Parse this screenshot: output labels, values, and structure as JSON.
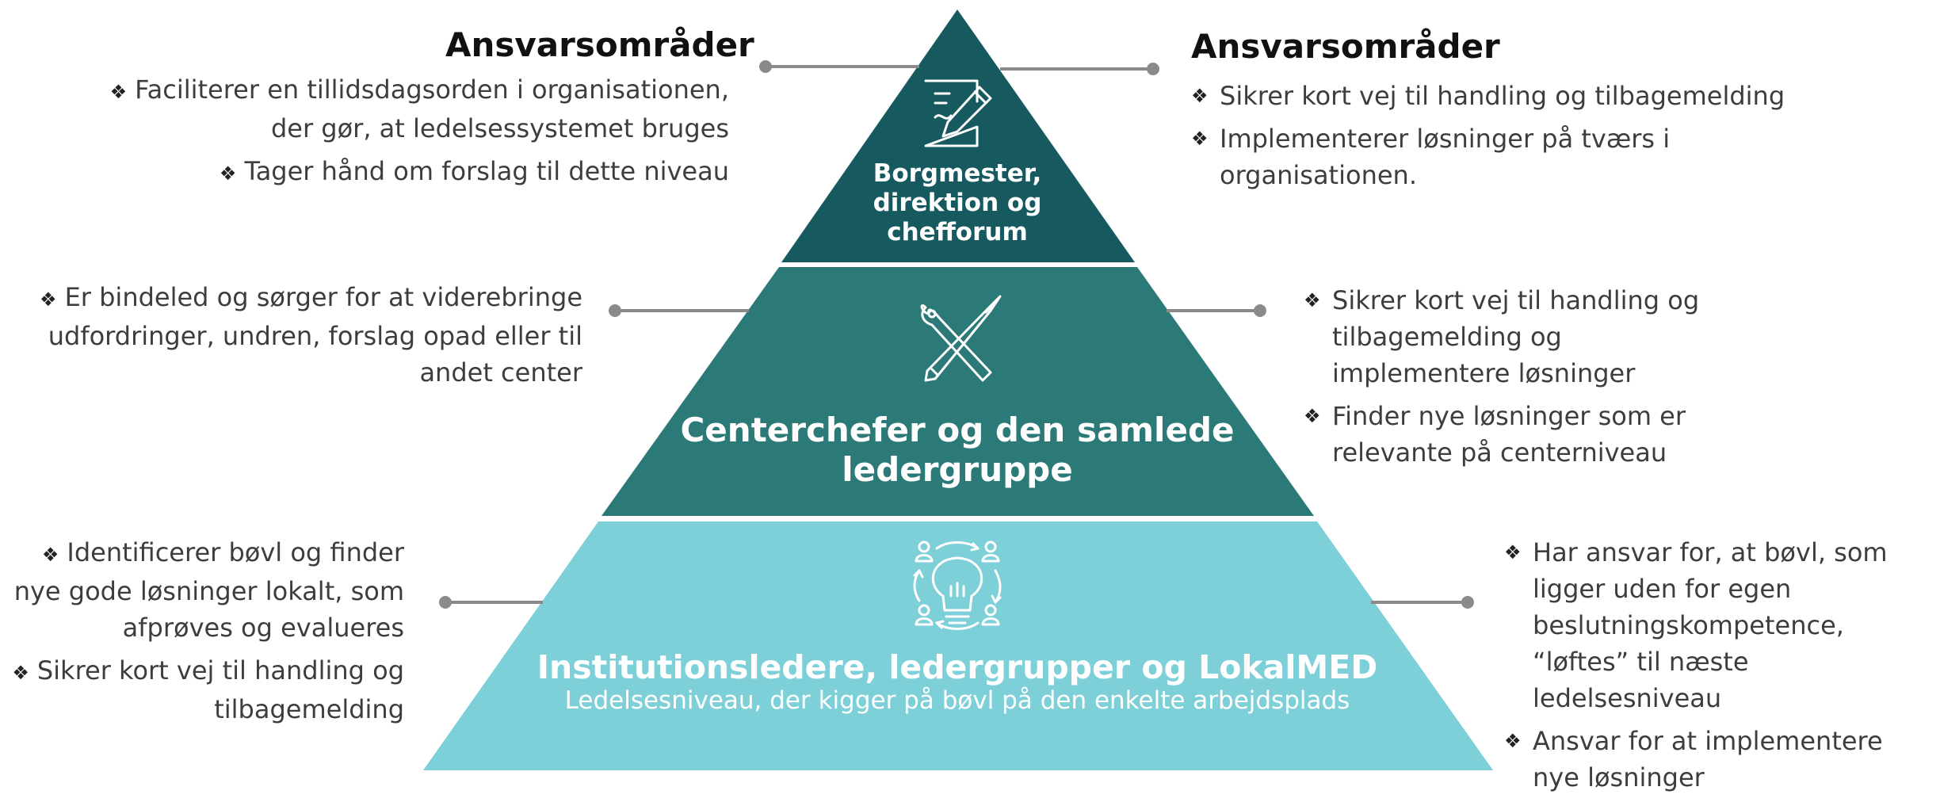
{
  "colors": {
    "tier_top": "#16595f",
    "tier_mid": "#2b7a77",
    "tier_bottom": "#7dcfd8",
    "connector": "#8a8a8a"
  },
  "tiers": {
    "top": {
      "title": "Borgmester, direktion og chefforum",
      "icon": "document-pen-icon"
    },
    "middle": {
      "title": "Centerchefer og den samlede ledergruppe",
      "icon": "tools-wrench-pencil-icon"
    },
    "bottom": {
      "title": "Institutionsledere, ledergrupper og LokalMED",
      "subtitle": "Ledelsesniveau, der kigger på bøvl på den enkelte arbejdsplads",
      "icon": "lightbulb-people-icon"
    }
  },
  "top_left": {
    "heading": "Ansvarsområder",
    "bullets": [
      "Faciliterer  en tillidsdagsorden i organisationen, der gør, at ledelsessystemet bruges",
      "Tager hånd om forslag til dette niveau"
    ]
  },
  "top_right": {
    "heading": "Ansvarsområder",
    "bullets": [
      "Sikrer kort vej til handling og tilbagemelding",
      "Implementerer løsninger på tværs i organisationen."
    ]
  },
  "mid_left": {
    "bullets": [
      "Er bindeled og sørger for at viderebringe udfordringer, undren, forslag opad eller til andet center"
    ]
  },
  "mid_right": {
    "bullets": [
      "Sikrer kort vej til handling og tilbagemelding og implementere løsninger",
      "Finder nye løsninger som er relevante på centerniveau"
    ]
  },
  "bottom_left": {
    "bullets": [
      "Identificerer bøvl og finder nye gode løsninger lokalt, som afprøves og evalueres",
      "Sikrer kort vej til handling og tilbagemelding"
    ]
  },
  "bottom_right": {
    "bullets": [
      "Har ansvar for, at bøvl, som ligger uden for egen beslutningskompetence, “løftes” til næste ledelsesniveau",
      "Ansvar for at implementere nye løsninger"
    ]
  }
}
